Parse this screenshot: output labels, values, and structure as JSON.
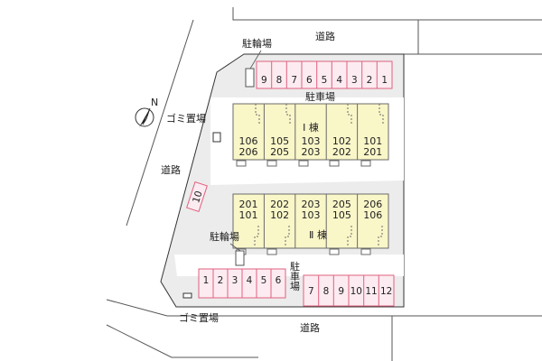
{
  "colors": {
    "lot": "#ececec",
    "road_line": "#555555",
    "parking_fill": "#fcecf1",
    "parking_stroke": "#e0607f",
    "unit_fill": "#f9f6c8",
    "unit_stroke": "#6a6a6a"
  },
  "icons": {
    "compass": "north-arrow-icon"
  },
  "compass_label": "N",
  "roads": {
    "north": "道路",
    "west": "道路",
    "south": "道路"
  },
  "bike_parking": {
    "north": "駐輪場",
    "south": "駐輪場"
  },
  "garbage": {
    "west": "ゴミ置場",
    "south": "ゴミ置場"
  },
  "parking_label_north": "駐車場",
  "parking_label_south": "駐車場",
  "parking_north": [
    "9",
    "8",
    "7",
    "6",
    "5",
    "4",
    "3",
    "2",
    "1"
  ],
  "parking_west": "10",
  "parking_south_left": [
    "1",
    "2",
    "3",
    "4",
    "5",
    "6"
  ],
  "parking_south_right": [
    "7",
    "8",
    "9",
    "10",
    "11",
    "12"
  ],
  "building_1": {
    "name": "Ⅰ 棟",
    "units": [
      {
        "top": "106",
        "bottom": "206"
      },
      {
        "top": "105",
        "bottom": "205"
      },
      {
        "top": "103",
        "bottom": "203"
      },
      {
        "top": "102",
        "bottom": "202"
      },
      {
        "top": "101",
        "bottom": "201"
      }
    ]
  },
  "building_2": {
    "name": "Ⅱ 棟",
    "units": [
      {
        "top": "201",
        "bottom": "101"
      },
      {
        "top": "202",
        "bottom": "102"
      },
      {
        "top": "203",
        "bottom": "103"
      },
      {
        "top": "205",
        "bottom": "105"
      },
      {
        "top": "206",
        "bottom": "106"
      }
    ]
  }
}
